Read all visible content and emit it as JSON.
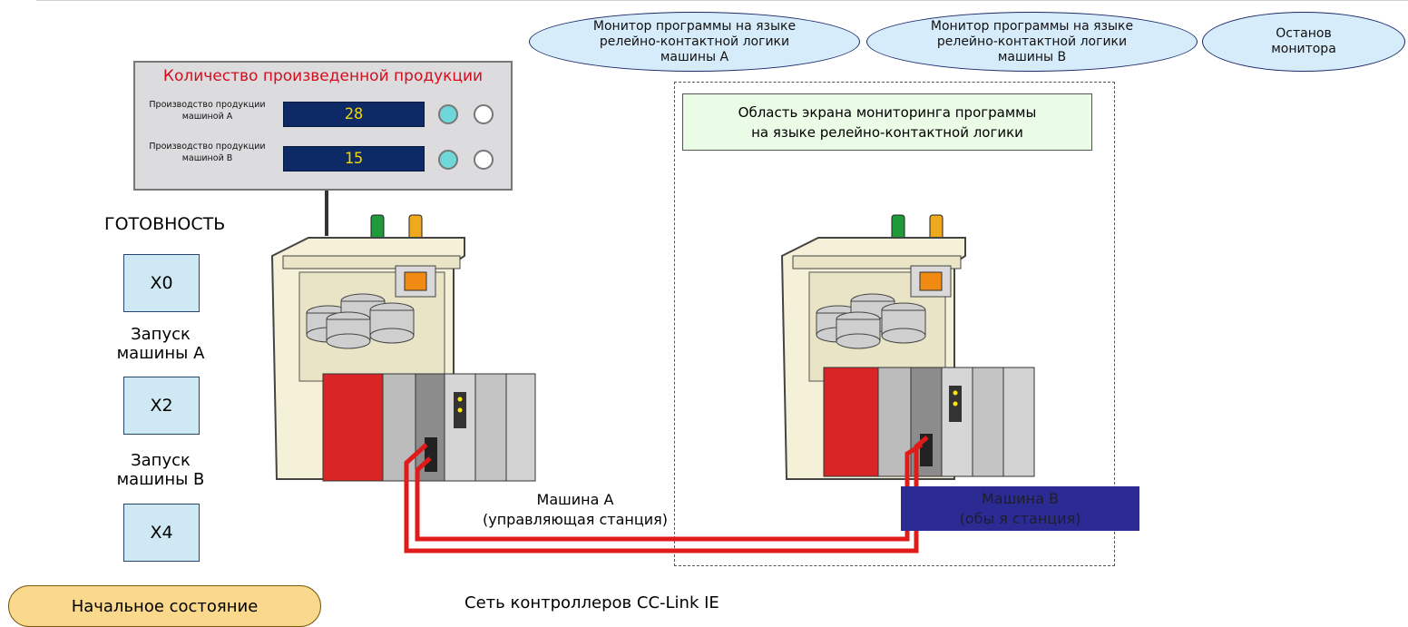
{
  "top_buttons": [
    {
      "label": "Монитор программы на языке\nрелейно-контактной логики\nмашины А"
    },
    {
      "label": "Монитор программы на языке\nрелейно-контактной логики\nмашины В"
    },
    {
      "label": "Останов\nмонитора"
    }
  ],
  "production_panel": {
    "title": "Количество произведенной продукции",
    "rows": [
      {
        "label": "Производство продукции\nмашиной А",
        "value": "28"
      },
      {
        "label": "Производство продукции\nмашиной В",
        "value": "15"
      }
    ]
  },
  "ready_label": "ГОТОВНОСТЬ",
  "inputs": [
    {
      "id": "X0",
      "caption": "Запуск\nмашины А"
    },
    {
      "id": "X2",
      "caption": "Запуск\nмашины В"
    },
    {
      "id": "X4",
      "caption": ""
    }
  ],
  "reset_button": "Начальное состояние",
  "monitor_area_label": "Область экрана мониторинга программы\nна языке релейно-контактной логики",
  "machine_a_caption": "Машина А\n(управляющая станция)",
  "machine_b_caption": "Машина В\n(обы я станция)",
  "network_label": "Сеть контроллеров CC-Link IE",
  "colors": {
    "cable": "#e01b1b",
    "counter_bg": "#0d2a66",
    "counter_text": "#f0d600",
    "plc_red": "#d92525"
  }
}
